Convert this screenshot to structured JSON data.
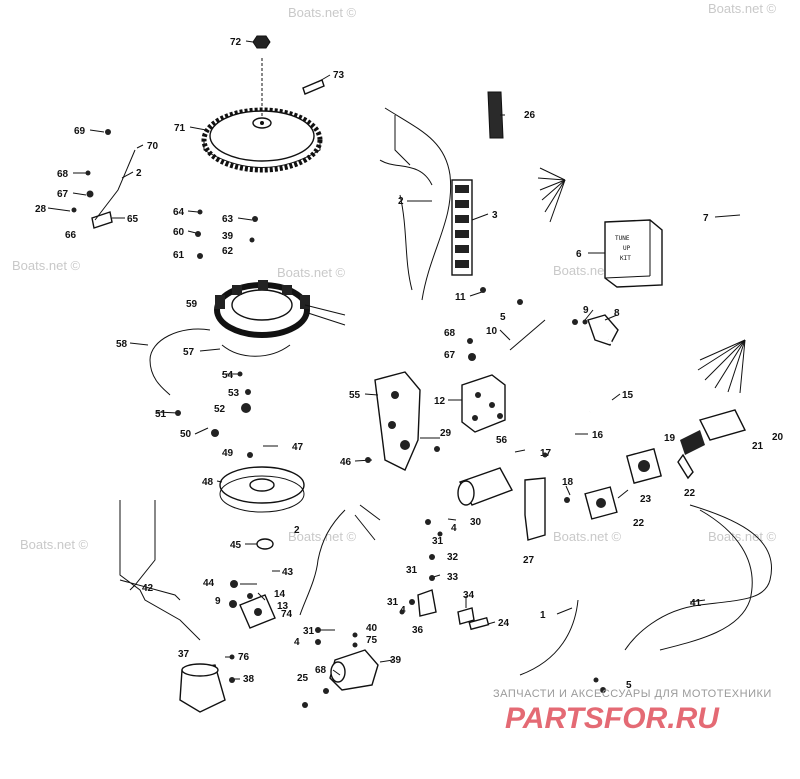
{
  "watermarks": [
    "Boats.net ©",
    "Boats.net ©",
    "Boats.net ©",
    "Boats.net ©",
    "Boats.net ©",
    "Boats.net ©",
    "Boats.net ©",
    "Boats.net ©",
    "Boats.net ©"
  ],
  "brand": {
    "tagline": "ЗАПЧАСТИ И АКСЕССУАРЫ ДЛЯ МОТОТЕХНИКИ",
    "logo_text": "PARTSFOR.RU"
  },
  "tune_up_kit_text": [
    "TUNE",
    "UP",
    "KIT"
  ],
  "callouts": [
    "72",
    "73",
    "71",
    "69",
    "70",
    "2",
    "68",
    "67",
    "28",
    "66",
    "65",
    "64",
    "63",
    "60",
    "39",
    "62",
    "61",
    "26",
    "2",
    "3",
    "7",
    "6",
    "11",
    "5",
    "59",
    "9",
    "8",
    "10",
    "68",
    "67",
    "58",
    "57",
    "54",
    "53",
    "55",
    "12",
    "15",
    "52",
    "51",
    "50",
    "49",
    "47",
    "29",
    "56",
    "16",
    "19",
    "21",
    "20",
    "17",
    "46",
    "48",
    "18",
    "23",
    "22",
    "30",
    "4",
    "31",
    "27",
    "22",
    "2",
    "45",
    "32",
    "43",
    "31",
    "33",
    "44",
    "14",
    "9",
    "13",
    "42",
    "74",
    "34",
    "4",
    "31",
    "36",
    "1",
    "24",
    "41",
    "31",
    "40",
    "4",
    "75",
    "76",
    "37",
    "39",
    "68",
    "38",
    "25",
    "5"
  ]
}
